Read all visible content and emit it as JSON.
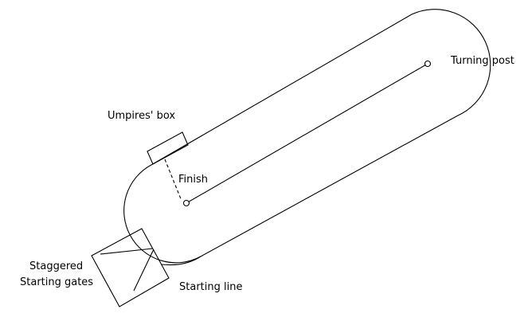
{
  "diagram": {
    "labels": {
      "turning_post": "Turning post",
      "umpires_box": "Umpires' box",
      "finish": "Finish",
      "staggered_line1": "Staggered",
      "staggered_line2": "Starting gates",
      "starting_line": "Starting line"
    },
    "colors": {
      "ink": "#000000",
      "background": "#ffffff"
    }
  }
}
